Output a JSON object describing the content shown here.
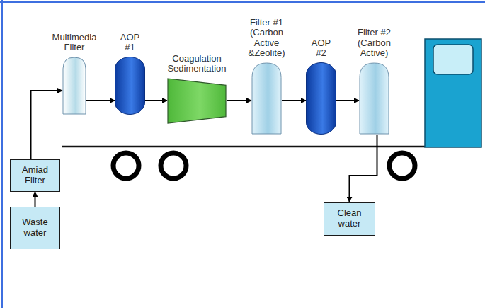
{
  "diagram": {
    "nodes": [
      {
        "text": [
          "Multimedia Filter"
        ]
      },
      {
        "text": [
          "AOP #1"
        ]
      },
      {
        "text": [
          "Coagulation Sedimentation"
        ]
      },
      {
        "text": [
          "Filter #1 (Carbon Active &Zeolite)"
        ]
      },
      {
        "text": [
          "AOP #2"
        ]
      },
      {
        "text": [
          "Filter #2 (Carbon Active)"
        ]
      },
      {
        "text": [
          "Amiad Filter"
        ]
      },
      {
        "text": [
          "Waste water"
        ]
      },
      {
        "text": [
          "Clean water"
        ]
      }
    ],
    "edges": [
      {
        "from": 7,
        "to": 6,
        "arrow": "to"
      },
      {
        "from": 6,
        "to": 0,
        "arrow": "to"
      },
      {
        "from": 0,
        "to": 1,
        "arrow": "to"
      },
      {
        "from": 1,
        "to": 2,
        "arrow": "to"
      },
      {
        "from": 2,
        "to": 3,
        "arrow": "to"
      },
      {
        "from": 3,
        "to": 4,
        "arrow": "to"
      },
      {
        "from": 4,
        "to": 5,
        "arrow": "to"
      },
      {
        "from": 5,
        "to": 8,
        "arrow": "to"
      }
    ]
  }
}
